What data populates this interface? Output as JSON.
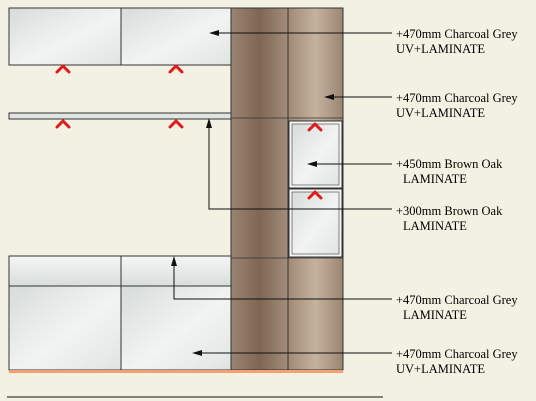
{
  "annotations": [
    {
      "line1": "+470mm Charcoal Grey",
      "line2": "UV+LAMINATE"
    },
    {
      "line1": "+470mm Charcoal Grey",
      "line2": "UV+LAMINATE"
    },
    {
      "line1": "+450mm Brown Oak",
      "line2": "LAMINATE"
    },
    {
      "line1": "+300mm Brown Oak",
      "line2": "LAMINATE"
    },
    {
      "line1": "+470mm Charcoal Grey",
      "line2": "LAMINATE"
    },
    {
      "line1": "+470mm Charcoal Grey",
      "line2": "UV+LAMINATE"
    }
  ],
  "colors": {
    "background": "#f3f1e2",
    "wood_dark": "#8a7260",
    "wood_light": "#c0ad98",
    "panel": "#e6ebea",
    "marker": "#e01b1b",
    "floor": "#f4a070"
  }
}
